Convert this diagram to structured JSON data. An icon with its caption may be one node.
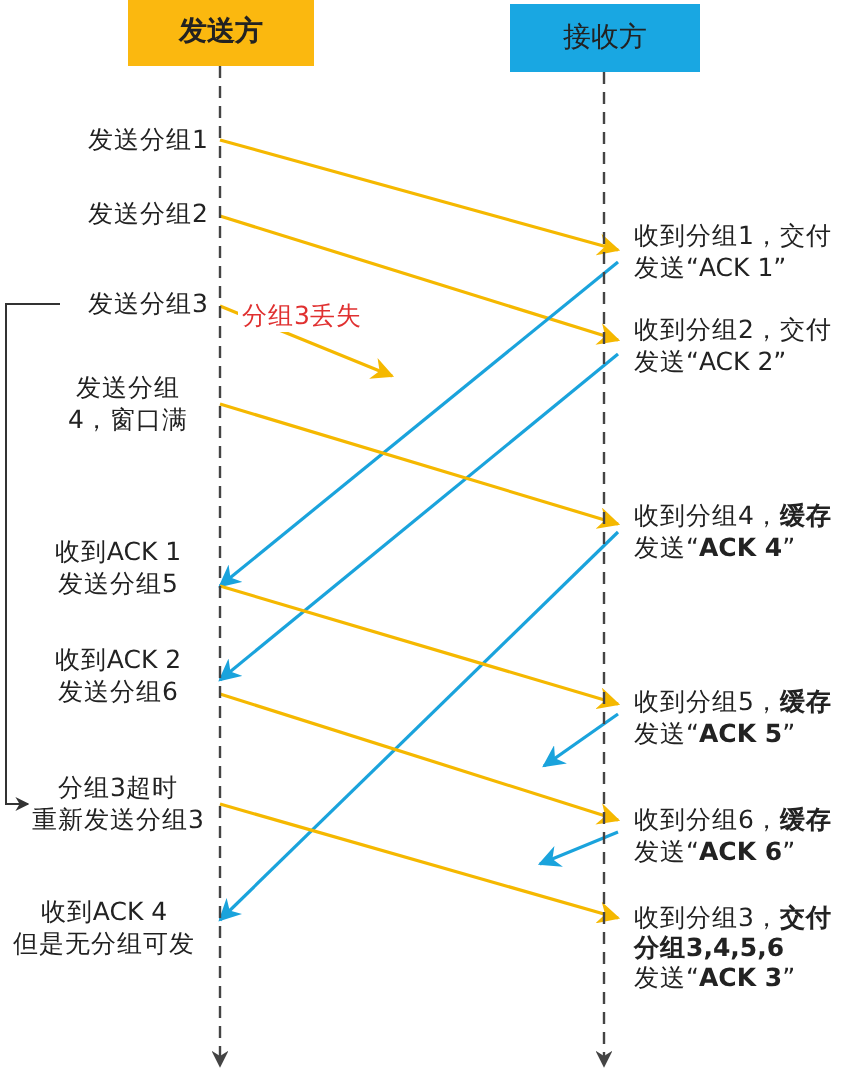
{
  "diagram": {
    "nodes": [
      {
        "text": [
          "发送方"
        ]
      },
      {
        "text": [
          "接收方"
        ]
      },
      {
        "text": [
          "发送分组1"
        ]
      },
      {
        "text": [
          "发送分组2"
        ]
      },
      {
        "text": [
          "发送分组3"
        ]
      },
      {
        "text": [
          "发送分组4，窗口满"
        ]
      },
      {
        "text": [
          "收到ACK 1发送分组5"
        ]
      },
      {
        "text": [
          "收到ACK 2发送分组6"
        ]
      },
      {
        "text": [
          "分组3超时重新发送分组3"
        ]
      },
      {
        "text": [
          "收到ACK 4但是无分组可发"
        ]
      },
      {
        "text": [
          "收到分组1，交付发送“ACK 1”"
        ]
      },
      {
        "text": [
          "收到分组2，交付发送“ACK 2”"
        ]
      },
      {
        "text": [
          "收到分组4，**缓存**发送“**ACK 4**”"
        ]
      },
      {
        "text": [
          "收到分组5，**缓存**发送“**ACK 5**”"
        ]
      },
      {
        "text": [
          "收到分组6，**缓存**发送“**ACK 6**”"
        ]
      },
      {
        "text": [
          "收到分组3，**交付****分组3,4,5,6**发送“**ACK 3**”"
        ]
      }
    ],
    "edges": [
      {
        "from": 2,
        "to": 10,
        "arrow": "to"
      },
      {
        "from": 3,
        "to": 11,
        "arrow": "to"
      },
      {
        "from": 4,
        "to": null,
        "arrow": "to"
      },
      {
        "from": 10,
        "to": 6,
        "arrow": "to",
        "color": "#1aa3dc"
      },
      {
        "from": 11,
        "to": 7,
        "arrow": "to",
        "color": "#1aa3dc"
      },
      {
        "from": 5,
        "to": 12,
        "arrow": "to"
      },
      {
        "from": 12,
        "to": 9,
        "arrow": "to",
        "color": "#1aa3dc"
      },
      {
        "from": 6,
        "to": 13,
        "arrow": "to"
      },
      {
        "from": 7,
        "to": 14,
        "arrow": "to"
      },
      {
        "from": 13,
        "to": null,
        "arrow": "to",
        "color": "#1aa3dc"
      },
      {
        "from": 14,
        "to": null,
        "arrow": "to",
        "color": "#1aa3dc"
      },
      {
        "from": 8,
        "to": 15,
        "arrow": "to"
      },
      {
        "from": 4,
        "to": 8,
        "arrow": "to",
        "color": "#333333"
      },
      {
        "from": 0,
        "to": null,
        "arrow": "to",
        "style": "dashed",
        "color": "#444444"
      },
      {
        "from": 1,
        "to": null,
        "arrow": "to",
        "style": "dashed",
        "color": "#444444"
      }
    ],
    "labels": [
      "分组3丢失"
    ]
  }
}
